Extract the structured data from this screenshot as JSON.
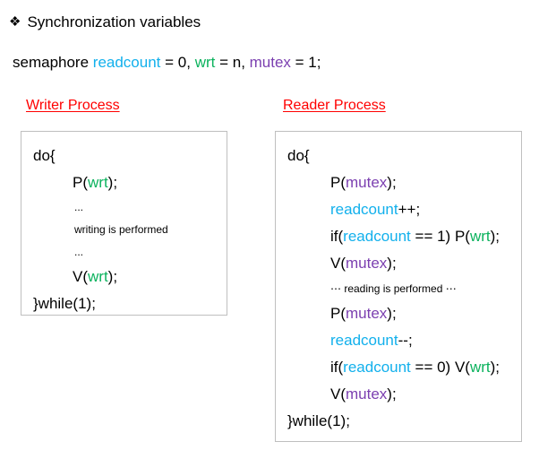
{
  "slide": {
    "heading": {
      "bullet_glyph": "❖",
      "text": "Synchronization variables"
    },
    "declaration": {
      "keyword": "semaphore ",
      "var_readcount": "readcount",
      "sep1": " = 0, ",
      "var_wrt": "wrt",
      "sep2": " = n, ",
      "var_mutex": "mutex",
      "sep3": " = 1;"
    },
    "colors": {
      "readcount": "#12b0ec",
      "wrt": "#0bb25d",
      "mutex": "#7b3fb0",
      "heading_red": "#ff0000",
      "box_border": "#bfbfbf",
      "text": "#000000"
    },
    "writer": {
      "heading": "Writer Process",
      "lines": {
        "l1": "do{",
        "l2_a": "P(",
        "l2_b": "wrt",
        "l2_c": ");",
        "l3": "...",
        "l4": "writing is performed",
        "l5": "...",
        "l6_a": "V(",
        "l6_b": "wrt",
        "l6_c": ");",
        "l7": "}while(1);"
      }
    },
    "reader": {
      "heading": "Reader Process",
      "lines": {
        "l1": "do{",
        "l2_a": "P(",
        "l2_b": "mutex",
        "l2_c": ");",
        "l3_a": "readcount",
        "l3_b": "++;",
        "l4_a": "if(",
        "l4_b": "readcount",
        "l4_c": " == 1) P(",
        "l4_d": "wrt",
        "l4_e": ");",
        "l5_a": "V(",
        "l5_b": "mutex",
        "l5_c": ");",
        "l6": "⋯ reading is performed ⋯",
        "l7_a": "P(",
        "l7_b": "mutex",
        "l7_c": ");",
        "l8_a": "readcount",
        "l8_b": "--;",
        "l9_a": "if(",
        "l9_b": "readcount",
        "l9_c": " == 0) V(",
        "l9_d": "wrt",
        "l9_e": ");",
        "l10_a": "V(",
        "l10_b": "mutex",
        "l10_c": ");",
        "l11": "}while(1);"
      }
    }
  }
}
